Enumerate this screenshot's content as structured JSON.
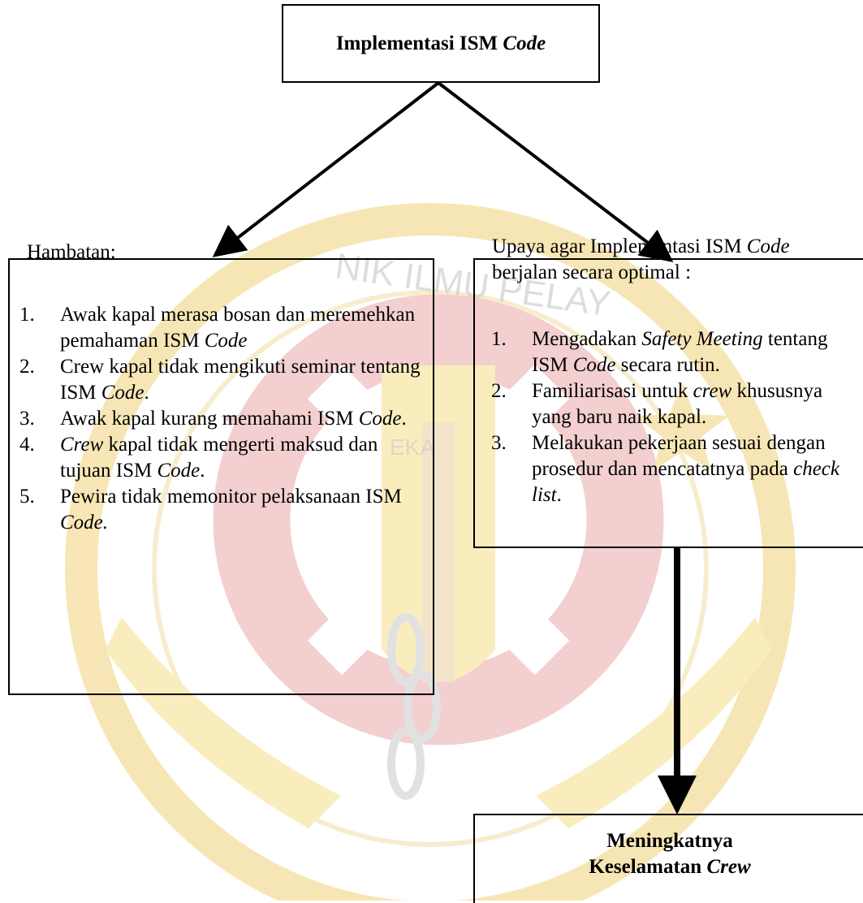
{
  "top_box": {
    "title_plain": "Implementasi ISM ",
    "title_italic": "Code"
  },
  "left_box": {
    "heading": "Hambatan:",
    "items": [
      {
        "num": "1.",
        "parts": [
          {
            "t": "Awak kapal merasa bosan dan meremehkan pemahaman ISM ",
            "i": false
          },
          {
            "t": "Code",
            "i": true
          }
        ]
      },
      {
        "num": "2.",
        "parts": [
          {
            "t": "Crew kapal tidak mengikuti seminar tentang ISM ",
            "i": false
          },
          {
            "t": "Code",
            "i": true
          },
          {
            "t": ".",
            "i": false
          }
        ]
      },
      {
        "num": "3.",
        "parts": [
          {
            "t": "Awak kapal kurang memahami ISM ",
            "i": false
          },
          {
            "t": "Code",
            "i": true
          },
          {
            "t": ".",
            "i": false
          }
        ]
      },
      {
        "num": "4.",
        "parts": [
          {
            "t": "Crew",
            "i": true
          },
          {
            "t": " kapal tidak mengerti maksud dan tujuan ISM ",
            "i": false
          },
          {
            "t": "Code",
            "i": true
          },
          {
            "t": ".",
            "i": false
          }
        ]
      },
      {
        "num": "5.",
        "parts": [
          {
            "t": "Pewira tidak memonitor pelaksanaan ISM ",
            "i": false
          },
          {
            "t": "Code.",
            "i": true
          }
        ]
      }
    ]
  },
  "right_box": {
    "heading_parts": [
      {
        "t": "Upaya agar Implementasi ISM ",
        "i": false
      },
      {
        "t": "Code",
        "i": true
      },
      {
        "t": " berjalan secara optimal :",
        "i": false
      }
    ],
    "items": [
      {
        "num": "1.",
        "parts": [
          {
            "t": "Mengadakan ",
            "i": false
          },
          {
            "t": "Safety Meeting",
            "i": true
          },
          {
            "t": " tentang ISM ",
            "i": false
          },
          {
            "t": "Code",
            "i": true
          },
          {
            "t": " secara rutin.",
            "i": false
          }
        ]
      },
      {
        "num": "2.",
        "parts": [
          {
            "t": "Familiarisasi untuk ",
            "i": false
          },
          {
            "t": "crew",
            "i": true
          },
          {
            "t": " khususnya yang baru naik kapal.",
            "i": false
          }
        ]
      },
      {
        "num": "3.",
        "parts": [
          {
            "t": "Melakukan pekerjaan sesuai dengan prosedur dan mencatatnya pada ",
            "i": false
          },
          {
            "t": "check list",
            "i": true
          },
          {
            "t": ".",
            "i": false
          }
        ]
      }
    ]
  },
  "bottom_box": {
    "line1": "Meningkatnya",
    "line2_plain": "Keselamatan ",
    "line2_italic": "Crew"
  },
  "watermark": {
    "text_top": "NIK ILMU PELAY",
    "text_mid": "EKA",
    "colors": {
      "red": "#e8b3b3",
      "yellow": "#f5df8a"
    }
  }
}
